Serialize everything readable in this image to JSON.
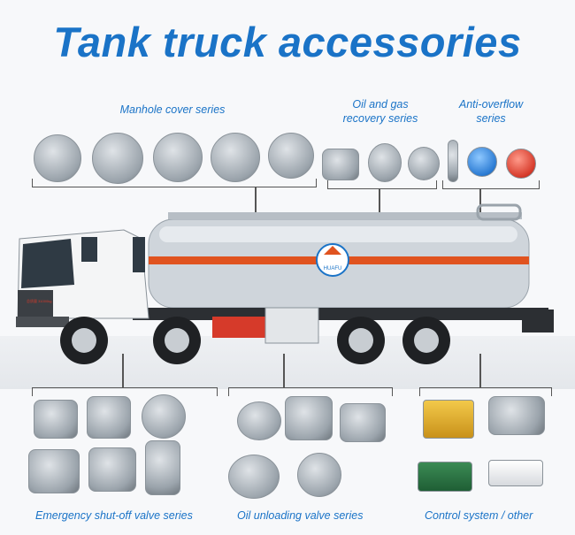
{
  "title": "Tank truck accessories",
  "labels": {
    "manhole": "Manhole cover series",
    "oilgas_line1": "Oil and gas",
    "oilgas_line2": "recovery series",
    "overflow_line1": "Anti-overflow",
    "overflow_line2": "series",
    "shutoff": "Emergency shut-off valve series",
    "unloading": "Oil unloading valve series",
    "control": "Control system / other"
  },
  "truck": {
    "logo_text": "HUAFU",
    "cab_plate": "总质量 31000kg"
  },
  "colors": {
    "title_blue": "#1a73c7",
    "stripe_orange": "#e0531f",
    "tank_silver": "#cfd5db"
  }
}
